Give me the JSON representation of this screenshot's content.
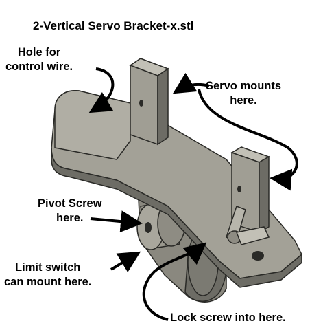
{
  "title": "2-Vertical Servo Bracket-x.stl",
  "labels": {
    "hole_line1": "Hole for",
    "hole_line2": "control wire.",
    "servo_line1": "Servo mounts",
    "servo_line2": "here.",
    "pivot_line1": "Pivot Screw",
    "pivot_line2": "here.",
    "limit_line1": "Limit switch",
    "limit_line2": "can mount here.",
    "lock": "Lock screw into here."
  },
  "colors": {
    "part_light": "#a3a197",
    "part_mid": "#8a887f",
    "part_dark": "#5b5a54",
    "edge": "#2a2a27",
    "arrow": "#000000"
  }
}
